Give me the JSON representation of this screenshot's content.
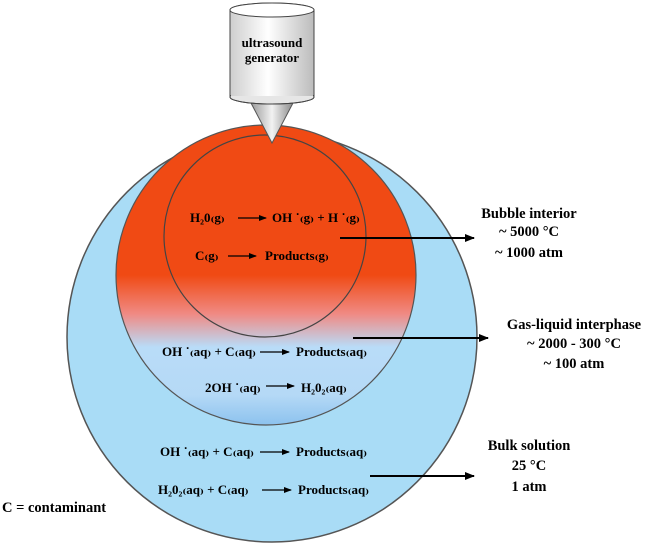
{
  "generator": {
    "line1": "ultrasound",
    "line2": "generator"
  },
  "bubble_interior": {
    "title": "Bubble interior",
    "temperature": "~ 5000 °C",
    "pressure": "~ 1000 atm",
    "reactions": [
      {
        "left": "H₂0₍g₎",
        "right": "OH ˙₍g₎ + H ˙₍g₎"
      },
      {
        "left": "C₍g₎",
        "right": "Products₍g₎"
      }
    ]
  },
  "interphase": {
    "title": "Gas-liquid  interphase",
    "temperature": "~ 2000 - 300 °C",
    "pressure": "~ 100 atm",
    "reactions": [
      {
        "left": "OH ˙₍aq₎ + C₍aq₎",
        "right": "Products₍aq₎"
      },
      {
        "left": "2OH ˙₍aq₎",
        "right": "H₂0₂₍aq₎"
      }
    ]
  },
  "bulk": {
    "title": "Bulk solution",
    "temperature": "25 °C",
    "pressure": "1 atm",
    "reactions": [
      {
        "left": "OH ˙₍aq₎ + C₍aq₎",
        "right": "Products₍aq₎"
      },
      {
        "left": "H₂0₂₍aq₎ + C₍aq₎",
        "right": "Products₍aq₎"
      }
    ]
  },
  "legend": "C = contaminant",
  "colors": {
    "outer_fill": "#a9dcf6",
    "bubble_red": "#f04a14",
    "interphase_blue": "#b9dcf8",
    "outline": "#444444"
  }
}
